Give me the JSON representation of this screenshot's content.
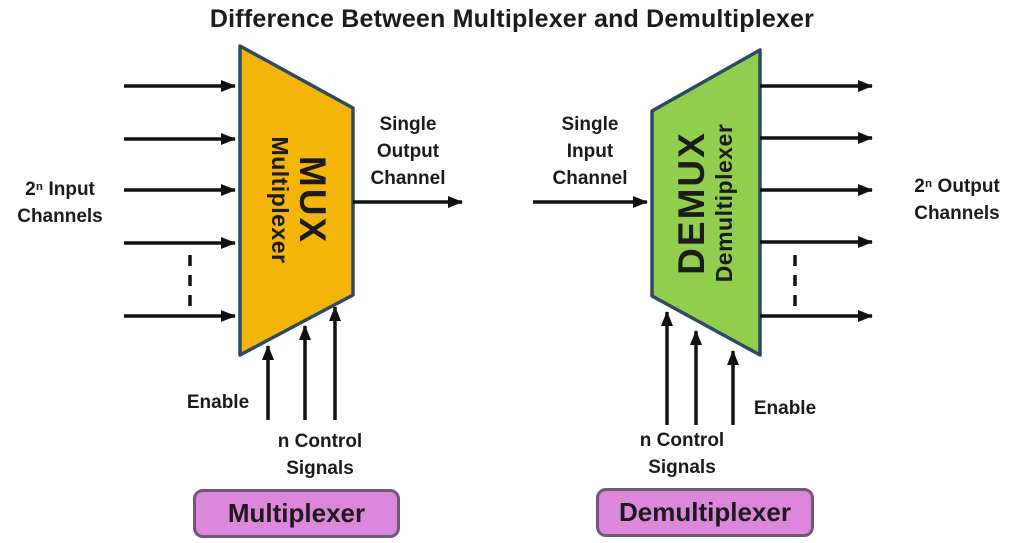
{
  "title": "Difference Between Multiplexer and Demultiplexer",
  "colors": {
    "background": "#FFFFFF",
    "text": "#1B1B1B",
    "arrow": "#111111",
    "shape_border": "#2E4A62",
    "mux_fill": "#F4B50A",
    "demux_fill": "#92CE4E",
    "caption_fill": "#DC86DC",
    "caption_border": "#6F5878"
  },
  "mux": {
    "acronym": "MUX",
    "full_name": "Multiplexer",
    "inputs_label": {
      "line1": "2ⁿ Input",
      "line2": "Channels"
    },
    "output_label": {
      "line1": "Single",
      "line2": "Output",
      "line3": "Channel"
    },
    "enable_label": "Enable",
    "control_label": {
      "line1": "n Control",
      "line2": "Signals"
    },
    "caption": "Multiplexer"
  },
  "demux": {
    "acronym": "DEMUX",
    "full_name": "Demultiplexer",
    "input_label": {
      "line1": "Single",
      "line2": "Input",
      "line3": "Channel"
    },
    "outputs_label": {
      "line1": "2ⁿ Output",
      "line2": "Channels"
    },
    "enable_label": "Enable",
    "control_label": {
      "line1": "n Control",
      "line2": "Signals"
    },
    "caption": "Demultiplexer"
  }
}
